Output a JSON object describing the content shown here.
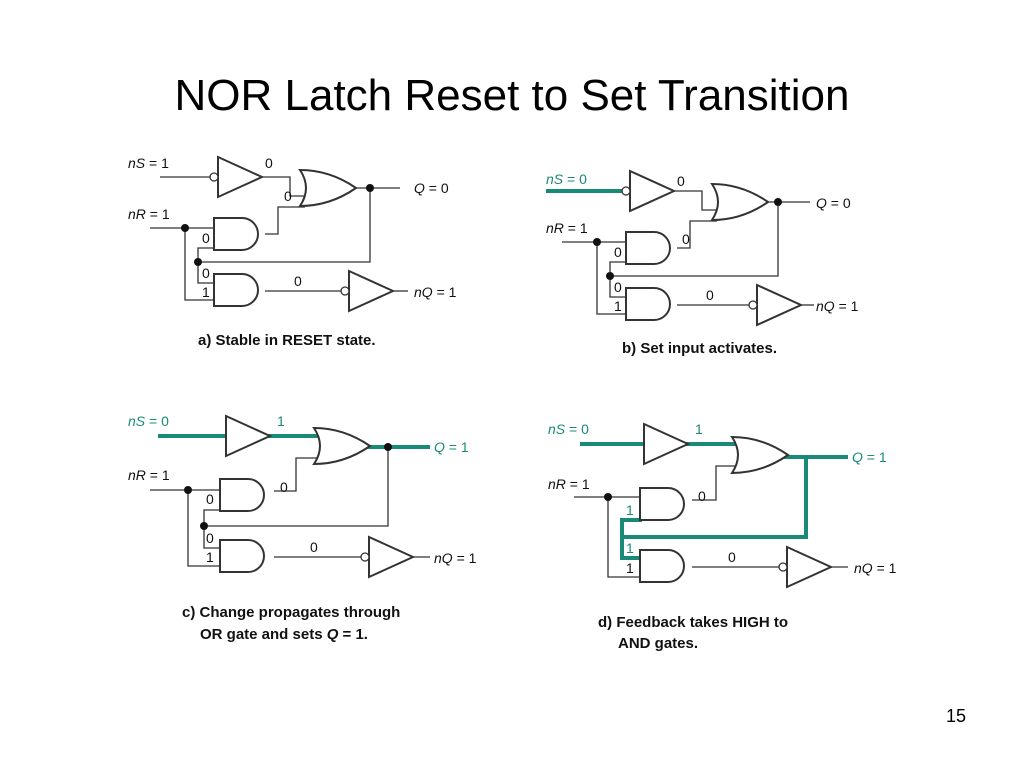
{
  "title": "NOR Latch Reset to Set Transition",
  "slide_number": "15",
  "accent_color": "#1a8a78",
  "panels": [
    {
      "id": "a",
      "labels": {
        "nS": "nS",
        "nS_eq": " = 1",
        "nR": "nR",
        "nR_eq": " = 1",
        "Q": "Q",
        "Q_eq": " = 0",
        "nQ": "nQ",
        "nQ_eq": " = 1"
      },
      "bits": {
        "inv_out": "0",
        "or_in": "0",
        "and1_top": "0",
        "and2_top": "0",
        "and2_bot": "1",
        "and2_out": "0"
      },
      "caption": [
        "a) Stable in RESET state."
      ]
    },
    {
      "id": "b",
      "labels": {
        "nS": "nS",
        "nS_eq": " = 0",
        "nR": "nR",
        "nR_eq": " = 1",
        "Q": "Q",
        "Q_eq": " = 0",
        "nQ": "nQ",
        "nQ_eq": " = 1"
      },
      "bits": {
        "inv_out": "0",
        "or_in": "0",
        "and1_top": "0",
        "and2_top": "0",
        "and2_bot": "1",
        "and2_out": "0"
      },
      "caption": [
        "b) Set input activates."
      ]
    },
    {
      "id": "c",
      "labels": {
        "nS": "nS",
        "nS_eq": " = 0",
        "nR": "nR",
        "nR_eq": " = 1",
        "Q": "Q",
        "Q_eq": " = 1",
        "nQ": "nQ",
        "nQ_eq": " = 1"
      },
      "bits": {
        "inv_out": "1",
        "or_in": "0",
        "and1_top": "0",
        "and2_top": "0",
        "and2_bot": "1",
        "and2_out": "0"
      },
      "caption": [
        "c) Change propagates through",
        "OR gate and sets ",
        "Q",
        " = 1."
      ]
    },
    {
      "id": "d",
      "labels": {
        "nS": "nS",
        "nS_eq": " = 0",
        "nR": "nR",
        "nR_eq": " = 1",
        "Q": "Q",
        "Q_eq": " = 1",
        "nQ": "nQ",
        "nQ_eq": " = 1"
      },
      "bits": {
        "inv_out": "1",
        "or_in": "0",
        "and1_top": "1",
        "and2_top": "1",
        "and2_bot": "1",
        "and2_out": "0"
      },
      "caption": [
        "d) Feedback takes HIGH to",
        "AND gates."
      ]
    }
  ]
}
